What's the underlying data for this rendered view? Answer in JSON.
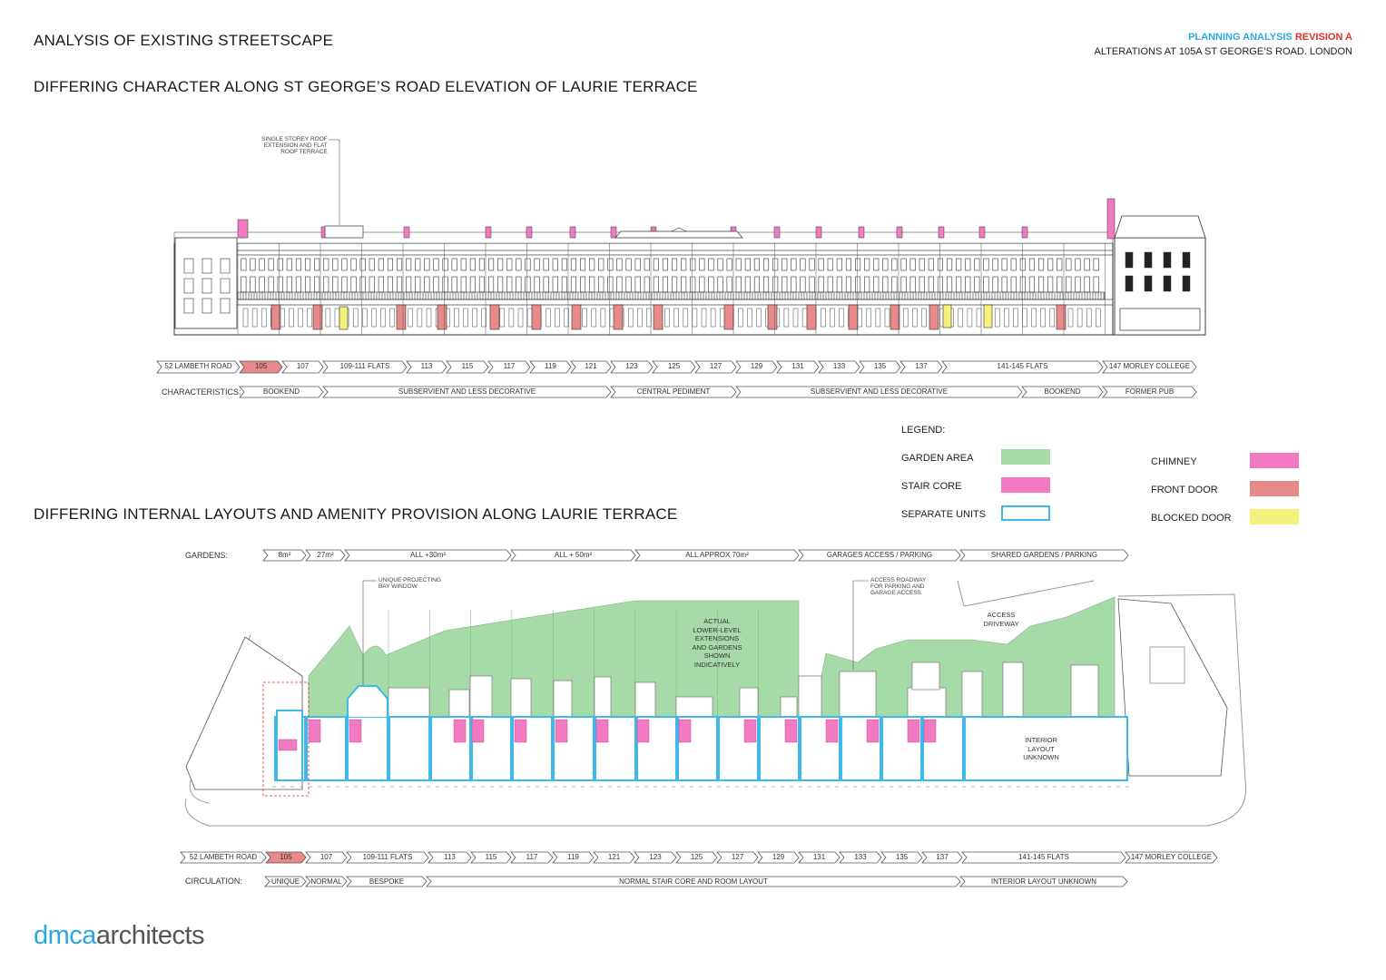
{
  "header": {
    "title": "ANALYSIS OF EXISTING STREETSCAPE",
    "section1_title": "DIFFERING CHARACTER ALONG ST GEORGE’S ROAD ELEVATION OF LAURIE TERRACE",
    "section2_title": "DIFFERING INTERNAL LAYOUTS AND AMENITY PROVISION ALONG LAURIE TERRACE",
    "planning_label": "PLANNING ANALYSIS",
    "revision_label": "REVISION A",
    "project_line": "ALTERATIONS AT 105A ST GEORGE’S ROAD. LONDON"
  },
  "elevation": {
    "note_roof": [
      "SINGLE STOREY ROOF",
      "EXTENSION AND FLAT",
      "ROOF TERRACE"
    ],
    "addresses": [
      "52 LAMBETH ROAD",
      "105",
      "107",
      "109-111 FLATS",
      "113",
      "115",
      "117",
      "119",
      "121",
      "123",
      "125",
      "127",
      "129",
      "131",
      "133",
      "135",
      "137",
      "141-145 FLATS",
      "147 MORLEY COLLEGE"
    ],
    "characteristics_label": "CHARACTERISTICS:",
    "characteristics": [
      "BOOKEND",
      "SUBSERVIENT AND LESS DECORATIVE",
      "CENTRAL PEDIMENT",
      "SUBSERVIENT AND LESS DECORATIVE",
      "BOOKEND",
      "FORMER PUB"
    ]
  },
  "legend": {
    "title": "LEGEND:",
    "garden_area": "GARDEN AREA",
    "stair_core": "STAIR CORE",
    "separate_units": "SEPARATE UNITS",
    "chimney": "CHIMNEY",
    "front_door": "FRONT DOOR",
    "blocked_door": "BLOCKED DOOR",
    "colors": {
      "garden": "#a6dba8",
      "stair": "#f27ac3",
      "units": "#3fb8ea",
      "chimney": "#f27ac3",
      "front_door": "#e8898a",
      "blocked_door": "#f5f07a"
    }
  },
  "plan": {
    "gardens_label": "GARDENS:",
    "gardens": [
      "8m²",
      "27m²",
      "ALL +30m²",
      "ALL + 50m²",
      "ALL APPROX 70m²",
      "GARAGES ACCESS / PARKING",
      "SHARED GARDENS / PARKING"
    ],
    "note_bay": [
      "UNIQUE PROJECTING",
      "BAY WINDOW"
    ],
    "note_access": [
      "ACCESS ROADWAY",
      "FOR PARKING AND",
      "GARAGE ACCESS"
    ],
    "note_extensions": [
      "ACTUAL",
      "LOWER-LEVEL",
      "EXTENSIONS",
      "AND GARDENS",
      "SHOWN",
      "INDICATIVELY"
    ],
    "note_driveway": [
      "ACCESS",
      "DRIVEWAY"
    ],
    "note_interior": [
      "INTERIOR",
      "LAYOUT",
      "UNKNOWN"
    ],
    "addresses": [
      "52 LAMBETH ROAD",
      "105",
      "107",
      "109-111 FLATS",
      "113",
      "115",
      "117",
      "119",
      "121",
      "123",
      "125",
      "127",
      "129",
      "131",
      "133",
      "135",
      "137",
      "141-145 FLATS",
      "147 MORLEY COLLEGE"
    ],
    "circulation_label": "CIRCULATION:",
    "circulation": [
      "UNIQUE",
      "NORMAL",
      "BESPOKE",
      "NORMAL STAIR CORE AND ROOM LAYOUT",
      "INTERIOR LAYOUT UNKNOWN"
    ]
  },
  "logo": {
    "part1": "dmca",
    "part2": "architects"
  }
}
